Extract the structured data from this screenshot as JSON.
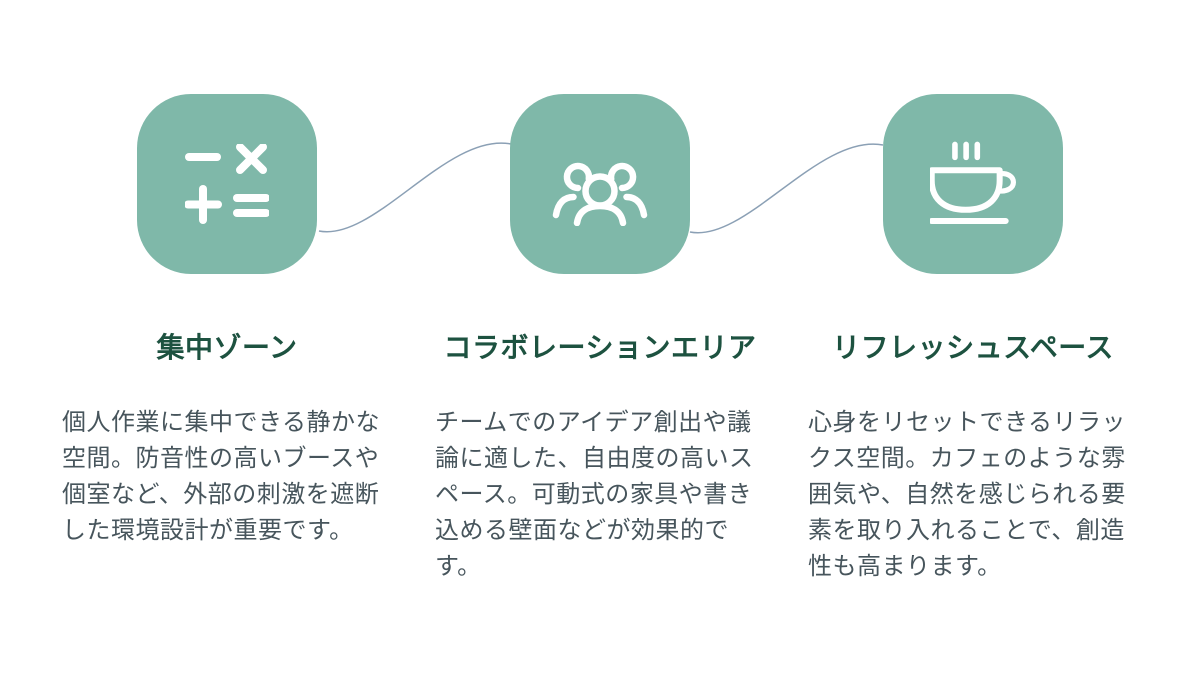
{
  "diagram": {
    "type": "three-step workspace zones infographic",
    "background_color": "#ffffff",
    "card_color": "#7fb8a9",
    "title_color": "#1d5240",
    "body_color": "#47555c",
    "connector_color": "#8ba0b5",
    "icon_color": "#ffffff"
  },
  "sections": [
    {
      "icon": "math-operations-icon",
      "title": "集中ゾーン",
      "description": "個人作業に集中できる静かな空間。防音性の高いブースや個室など、外部の刺激を遮断した環境設計が重要です。"
    },
    {
      "icon": "users-three-icon",
      "title": "コラボレーションエリア",
      "description": "チームでのアイデア創出や議論に適した、自由度の高いスペース。可動式の家具や書き込める壁面などが効果的です。"
    },
    {
      "icon": "coffee-cup-icon",
      "title": "リフレッシュスペース",
      "description": "心身をリセットできるリラックス空間。カフェのような雰囲気や、自然を感じられる要素を取り入れることで、創造性も高まります。"
    }
  ]
}
